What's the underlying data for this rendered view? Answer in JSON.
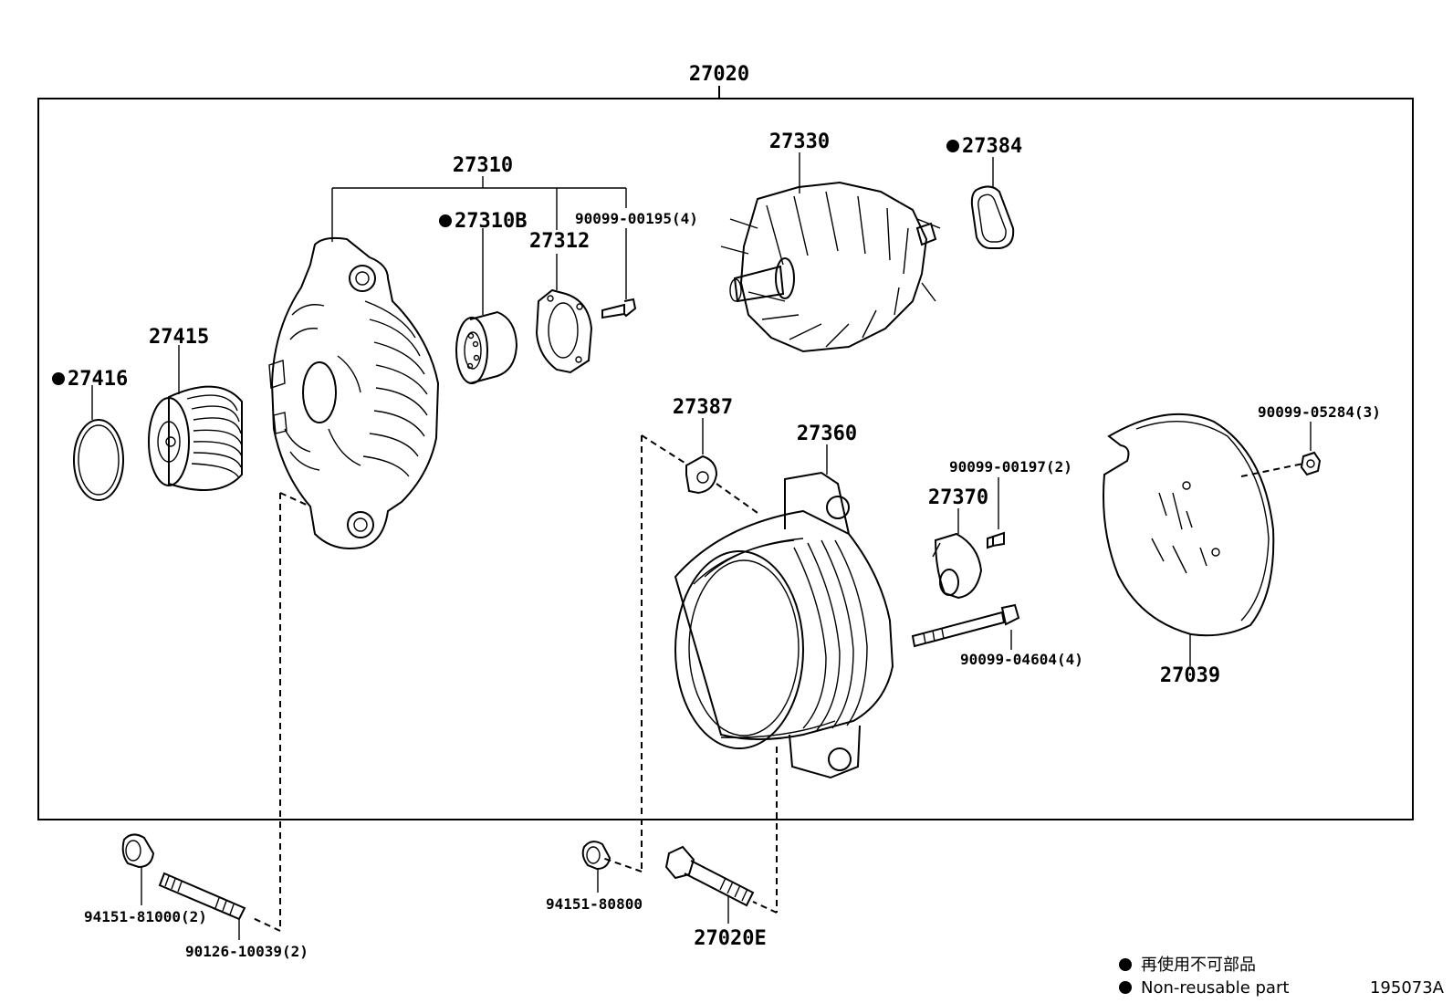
{
  "diagram": {
    "assembly_label": "27020",
    "figure_code": "195073A",
    "marker_color": "#000000",
    "legend": [
      {
        "marker": "filled-circle",
        "text": "再使用不可部品"
      },
      {
        "marker": "filled-circle",
        "text": "Non-reusable part"
      }
    ],
    "parts": [
      {
        "id": "p27310",
        "label": "27310",
        "non_reusable": false,
        "icon": "drive-end-frame"
      },
      {
        "id": "p27310B",
        "label": "27310B",
        "non_reusable": true,
        "icon": "ball-bearing"
      },
      {
        "id": "p27312",
        "label": "27312",
        "non_reusable": false,
        "icon": "bearing-retainer-plate"
      },
      {
        "id": "p90099_00195",
        "label": "90099-00195(4)",
        "non_reusable": false,
        "icon": "screw"
      },
      {
        "id": "p27330",
        "label": "27330",
        "non_reusable": false,
        "icon": "rotor-assembly"
      },
      {
        "id": "p27384",
        "label": "27384",
        "non_reusable": true,
        "icon": "insulator-ring"
      },
      {
        "id": "p27415",
        "label": "27415",
        "non_reusable": false,
        "icon": "pulley"
      },
      {
        "id": "p27416",
        "label": "27416",
        "non_reusable": true,
        "icon": "pulley-cap-ring"
      },
      {
        "id": "p27387",
        "label": "27387",
        "non_reusable": false,
        "icon": "terminal-insulator"
      },
      {
        "id": "p27360",
        "label": "27360",
        "non_reusable": false,
        "icon": "rectifier-end-frame"
      },
      {
        "id": "p90099_00197",
        "label": "90099-00197(2)",
        "non_reusable": false,
        "icon": "screw"
      },
      {
        "id": "p27370",
        "label": "27370",
        "non_reusable": false,
        "icon": "brush-holder"
      },
      {
        "id": "p90099_04604",
        "label": "90099-04604(4)",
        "non_reusable": false,
        "icon": "through-bolt"
      },
      {
        "id": "p90099_05284",
        "label": "90099-05284(3)",
        "non_reusable": false,
        "icon": "nut"
      },
      {
        "id": "p27039",
        "label": "27039",
        "non_reusable": false,
        "icon": "rear-end-cover"
      },
      {
        "id": "p94151_81000",
        "label": "94151-81000(2)",
        "non_reusable": false,
        "icon": "nut"
      },
      {
        "id": "p90126_10039",
        "label": "90126-10039(2)",
        "non_reusable": false,
        "icon": "stud-bolt"
      },
      {
        "id": "p94151_80800",
        "label": "94151-80800",
        "non_reusable": false,
        "icon": "nut"
      },
      {
        "id": "p27020E",
        "label": "27020E",
        "non_reusable": false,
        "icon": "bolt"
      }
    ]
  }
}
